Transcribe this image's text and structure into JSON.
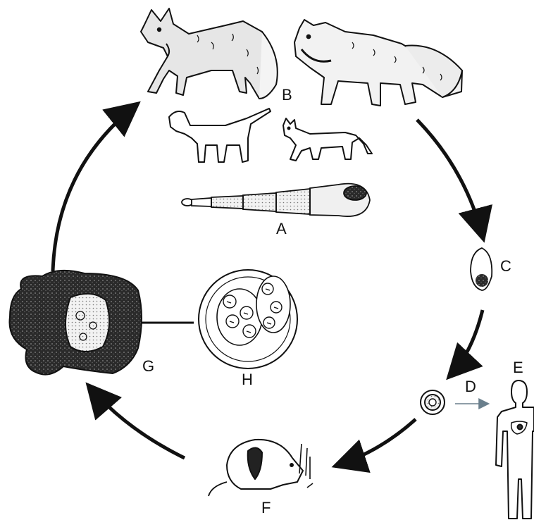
{
  "diagram": {
    "labels": {
      "a": "A",
      "b": "B",
      "c": "C",
      "d": "D",
      "e": "E",
      "f": "F",
      "g": "G",
      "h": "H"
    },
    "colors": {
      "ink": "#111111",
      "fill_light": "#e4e4e4",
      "fill_dark": "#333333",
      "arrow_gray": "#6a7f8c",
      "background": "#ffffff"
    }
  }
}
